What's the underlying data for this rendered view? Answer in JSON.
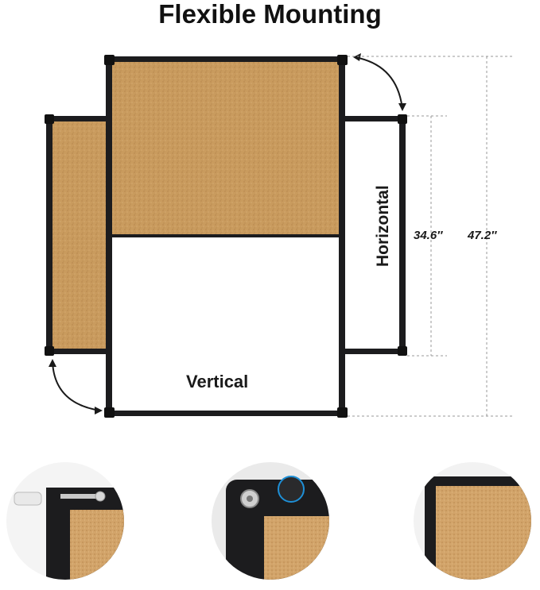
{
  "title": "Flexible Mounting",
  "labels": {
    "vertical": "Vertical",
    "horizontal": "Horizontal"
  },
  "dimensions": {
    "short_side": "34.6″",
    "long_side": "47.2″"
  },
  "colors": {
    "frame": "#1c1c1e",
    "cork": "#c99b5e",
    "cork_light": "#d6ab72",
    "whiteboard": "#ffffff",
    "dash": "#9a9a9a"
  },
  "details": [
    {
      "icon": "nail-mount-icon"
    },
    {
      "icon": "corner-screw-icon"
    },
    {
      "icon": "cork-corner-icon"
    }
  ]
}
